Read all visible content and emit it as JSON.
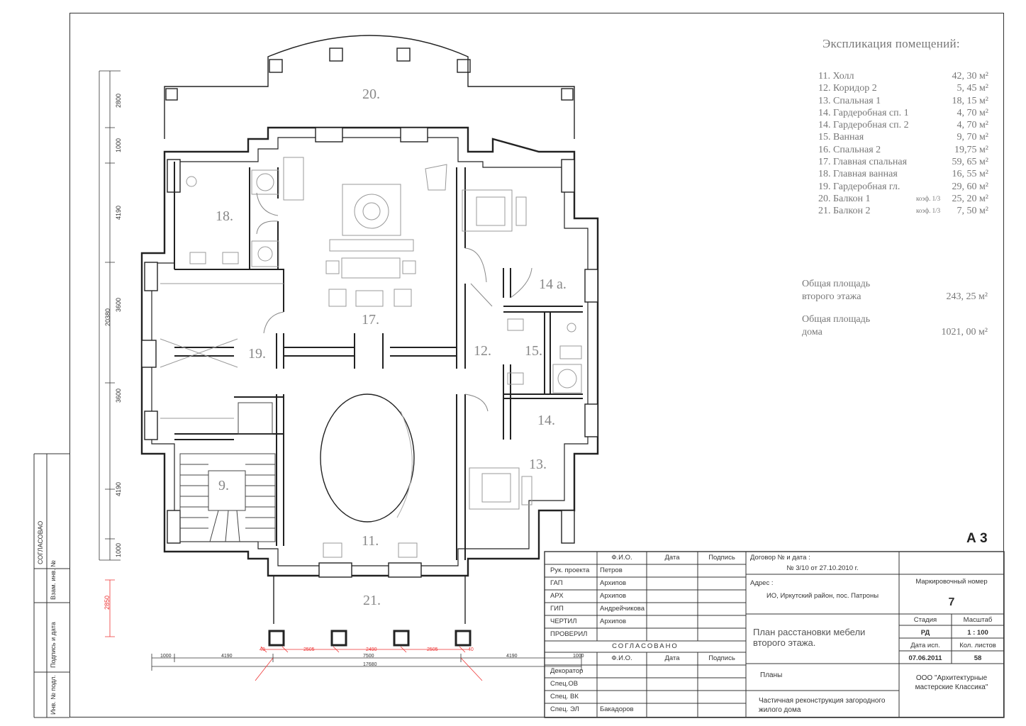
{
  "explication": {
    "title": "Экспликация помещений:",
    "items": [
      {
        "name": "11. Холл",
        "coef": "",
        "area": "42, 30 м²"
      },
      {
        "name": "12. Коридор 2",
        "coef": "",
        "area": "5, 45 м²"
      },
      {
        "name": "13. Спальная 1",
        "coef": "",
        "area": "18, 15 м²"
      },
      {
        "name": "14. Гардеробная сп. 1",
        "coef": "",
        "area": "4, 70 м²"
      },
      {
        "name": "14. Гардеробная сп. 2",
        "coef": "",
        "area": "4, 70 м²"
      },
      {
        "name": "15. Ванная",
        "coef": "",
        "area": "9, 70 м²"
      },
      {
        "name": "16. Спальная 2",
        "coef": "",
        "area": "19,75 м²"
      },
      {
        "name": "17. Главная спальная",
        "coef": "",
        "area": "59, 65 м²"
      },
      {
        "name": "18. Главная ванная",
        "coef": "",
        "area": "16, 55 м²"
      },
      {
        "name": "19. Гардеробная гл.",
        "coef": "",
        "area": "29, 60 м²"
      },
      {
        "name": "20. Балкон  1",
        "coef": "коэф. 1/3",
        "area": "25, 20 м²"
      },
      {
        "name": "21. Балкон  2",
        "coef": "коэф. 1/3",
        "area": "7, 50 м²"
      }
    ]
  },
  "totals": {
    "floor": {
      "line1": "Общая площадь",
      "line2": "второго этажа",
      "value": "243, 25 м²"
    },
    "house": {
      "line1": "Общая площадь",
      "line2": "дома",
      "value": "1021, 00 м²"
    }
  },
  "sheet_format": "А 3",
  "rooms": {
    "r20": "20.",
    "r18": "18.",
    "r17": "17.",
    "r14a": "14 а.",
    "r19": "19.",
    "r12": "12.",
    "r15": "15.",
    "r14": "14.",
    "r13": "13.",
    "r9": "9.",
    "r11": "11.",
    "r21": "21."
  },
  "dimensions": {
    "left": [
      "2800",
      "1000",
      "4190",
      "3600",
      "20380",
      "3600",
      "4190",
      "1000"
    ],
    "red_left": "2850",
    "bottom_red": [
      "40",
      "2505",
      "2490",
      "2505",
      "40"
    ],
    "bottom": [
      "1000",
      "4190",
      "7500",
      "4190",
      "1000"
    ],
    "bottom_total": "17680"
  },
  "side_stamp": {
    "agreed": "СОГЛАСОВАО",
    "inv_zam": "Взам. инв. №",
    "sign_date": "Подпись и дата",
    "inv_orig": "Инв. № подл."
  },
  "title_block": {
    "headers": {
      "fio": "Ф.И.О.",
      "date": "Дата",
      "sign": "Подпись"
    },
    "people": [
      {
        "role": "Рук. проекта",
        "name": "Петров"
      },
      {
        "role": "ГАП",
        "name": "Архипов"
      },
      {
        "role": "АРХ",
        "name": "Архипов"
      },
      {
        "role": "ГИП",
        "name": "Андрейчикова"
      },
      {
        "role": "ЧЕРТИЛ",
        "name": "Архипов"
      },
      {
        "role": "ПРОВЕРИЛ",
        "name": ""
      }
    ],
    "agreed": "СОГЛАСОВАНО",
    "agreed_people": [
      {
        "role": "Декоратор",
        "name": ""
      },
      {
        "role": "Спец.ОВ",
        "name": ""
      },
      {
        "role": "Спец. ВК",
        "name": ""
      },
      {
        "role": "Спец. ЭЛ",
        "name": "Бакадоров"
      }
    ],
    "contract_label": "Договор № и дата :",
    "contract_value": "№ 3/10 от 27.10.2010 г.",
    "address_label": "Адрес :",
    "address_value": "ИО, Иркутский район, пос. Патроны",
    "marking_label": "Маркировочный номер",
    "marking_value": "7",
    "stage_label": "Стадия",
    "stage_value": "РД",
    "scale_label": "Масштаб",
    "scale_value": "1 : 100",
    "issue_label": "Дата исп.",
    "issue_value": "07.06.2011",
    "sheets_label": "Кол. листов",
    "sheets_value": "58",
    "drawing_title": "План расстановки мебели второго этажа.",
    "section": "Планы",
    "object": "Частичная реконструкция загородного жилого дома",
    "org": "ООО \"Архитектурные мастерские Классика\""
  }
}
